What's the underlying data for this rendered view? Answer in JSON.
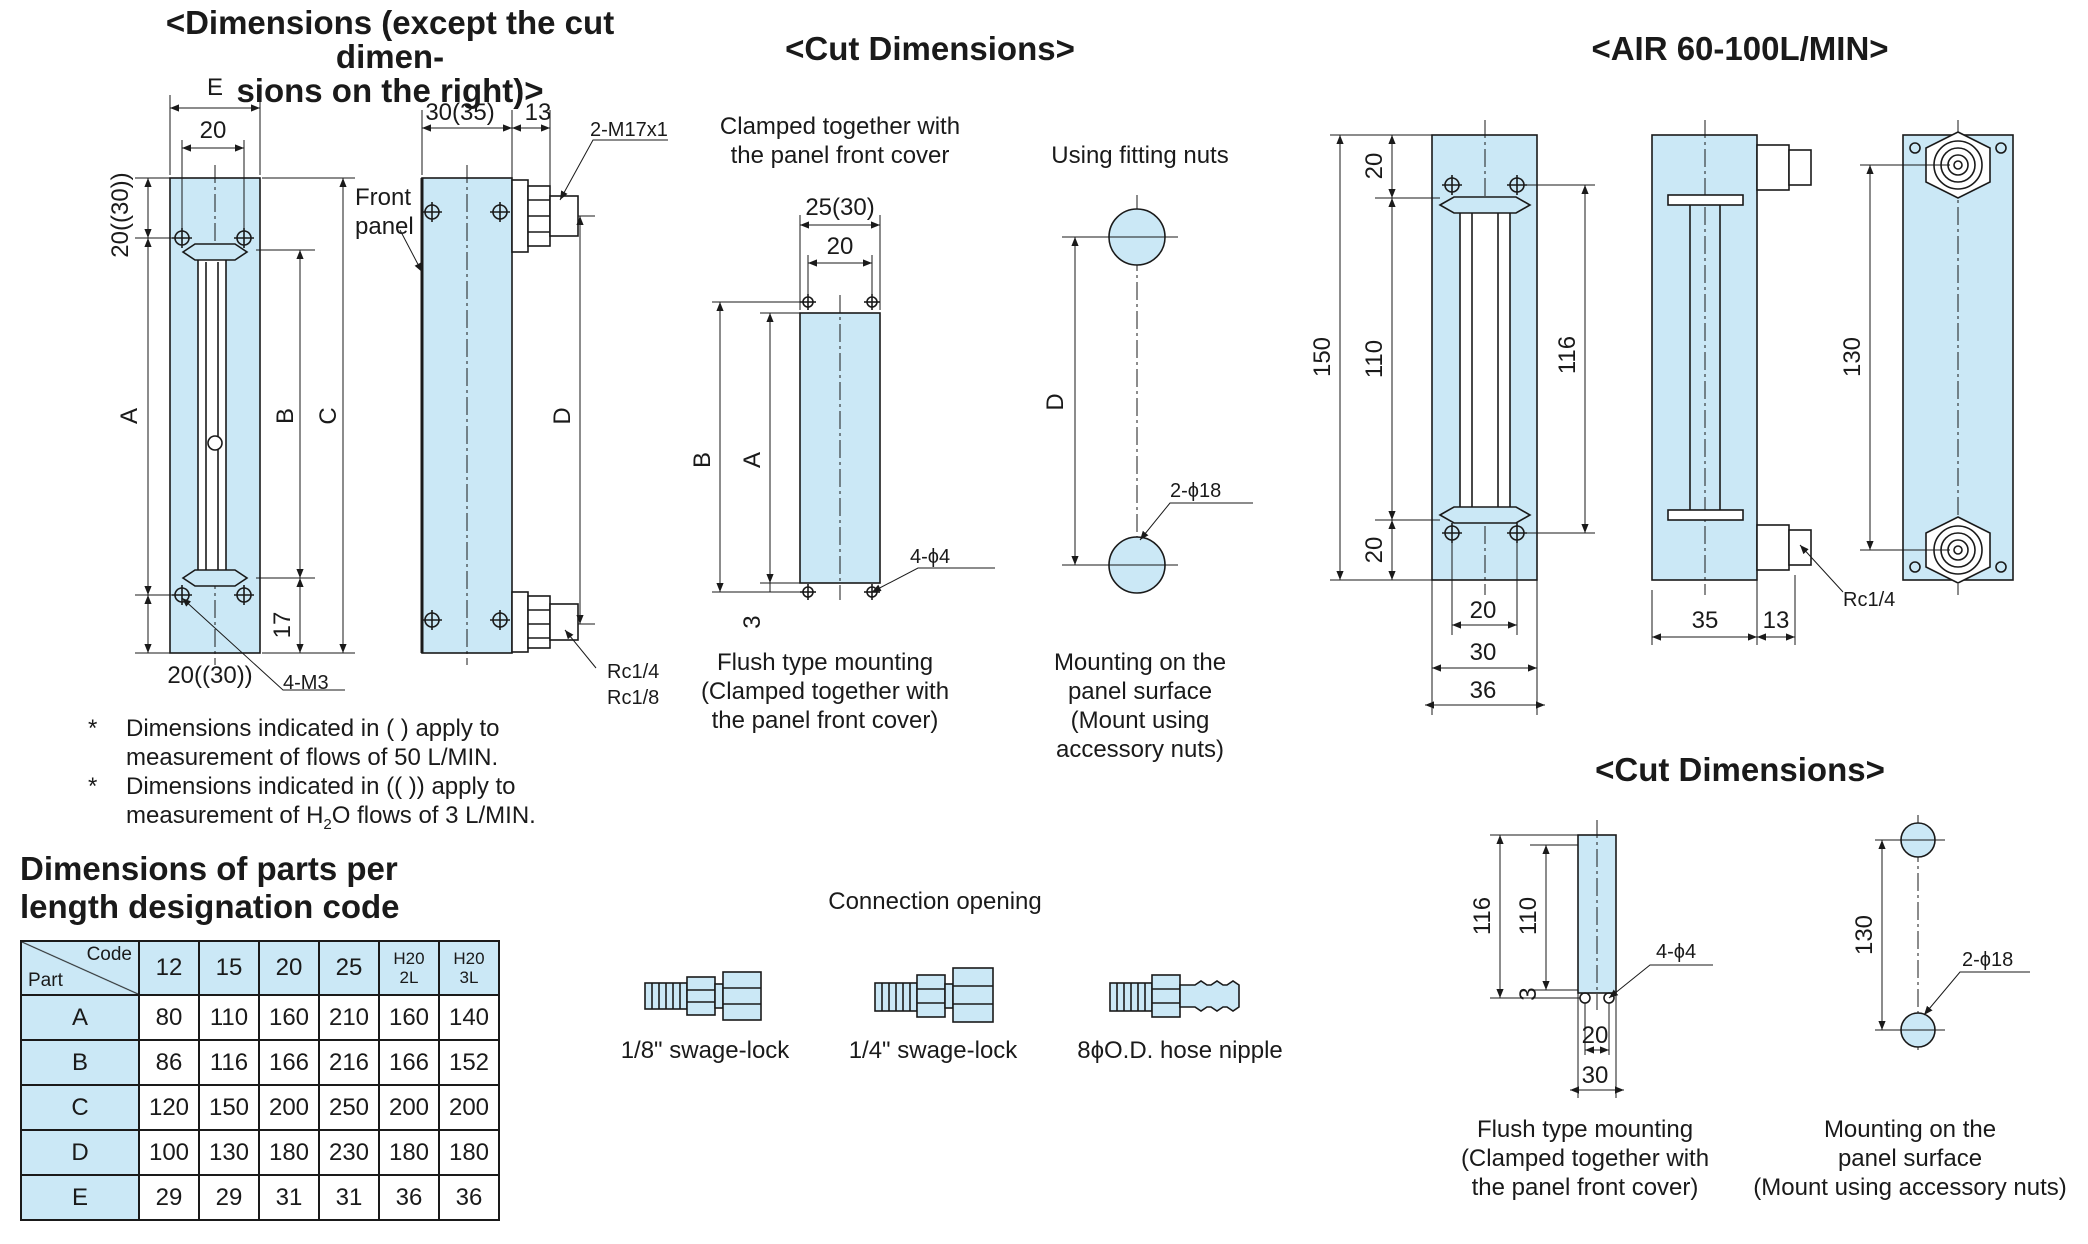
{
  "titles": {
    "dims_main_line1": "<Dimensions (except the cut dimen-",
    "dims_main_line2": "sions on the right)>",
    "cut_dims": "<Cut Dimensions>",
    "air": "<AIR 60-100L/MIN>",
    "cut_dims_right": "<Cut Dimensions>",
    "parts_line1": "Dimensions of parts per",
    "parts_line2": "length designation code"
  },
  "labels": {
    "E": "E",
    "A": "A",
    "B": "B",
    "C": "C",
    "D": "D",
    "d20": "20",
    "d20_30": "20((30))",
    "d30_35": "30(35)",
    "d13": "13",
    "m17": "2-M17x1",
    "front_panel_1": "Front",
    "front_panel_2": "panel",
    "d17": "17",
    "m3": "4-M3",
    "rc14": "Rc1/4",
    "rc18": "Rc1/8",
    "d25_30": "25(30)",
    "d3": "3",
    "phi4": "4-ϕ4",
    "phi18": "2-ϕ18",
    "d150": "150",
    "d110": "110",
    "d116": "116",
    "d130": "130",
    "d30": "30",
    "d36": "36",
    "d35": "35"
  },
  "captions": {
    "clamped_1": "Clamped together with",
    "clamped_2": "the panel front cover",
    "fitting_nuts": "Using fitting nuts",
    "flush_1": "Flush type mounting",
    "flush_2": "(Clamped together with",
    "flush_3": "the panel front cover)",
    "surface_1": "Mounting on the",
    "surface_2": "panel surface",
    "surface_3": "(Mount using",
    "surface_4": "accessory nuts)",
    "surface_r3": "(Mount using accessory nuts)",
    "connection": "Connection opening",
    "swage18": "1/8\" swage-lock",
    "swage14": "1/4\" swage-lock",
    "hose": "8ϕO.D. hose nipple"
  },
  "notes": {
    "star": "*",
    "n1_a": "Dimensions indicated in ( ) apply to",
    "n1_b": "measurement of flows of 50 L/MIN.",
    "n2_a": "Dimensions indicated in (( )) apply to",
    "n2_b_pre": "measurement of H",
    "n2_b_sub": "2",
    "n2_b_post": "O flows of 3 L/MIN."
  },
  "table": {
    "corner_code": "Code",
    "corner_part": "Part",
    "headers": [
      "12",
      "15",
      "20",
      "25"
    ],
    "h2o_2l": [
      "H20",
      "2L"
    ],
    "h2o_3l": [
      "H20",
      "3L"
    ],
    "rows": [
      {
        "part": "A",
        "values": [
          "80",
          "110",
          "160",
          "210",
          "160",
          "140"
        ]
      },
      {
        "part": "B",
        "values": [
          "86",
          "116",
          "166",
          "216",
          "166",
          "152"
        ]
      },
      {
        "part": "C",
        "values": [
          "120",
          "150",
          "200",
          "250",
          "200",
          "200"
        ]
      },
      {
        "part": "D",
        "values": [
          "100",
          "130",
          "180",
          "230",
          "180",
          "180"
        ]
      },
      {
        "part": "E",
        "values": [
          "29",
          "29",
          "31",
          "31",
          "36",
          "36"
        ]
      }
    ]
  },
  "colors": {
    "body_fill": "#cbe8f6",
    "line": "#1a1a1a"
  }
}
